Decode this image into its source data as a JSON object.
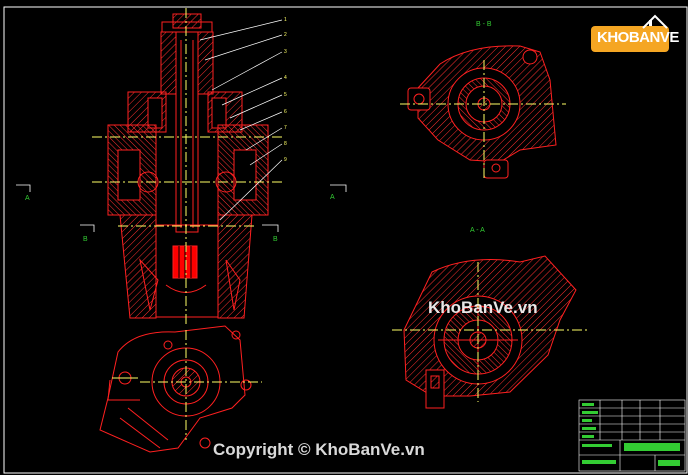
{
  "colors": {
    "background": "#000000",
    "outline": "#ff2020",
    "hatch": "#ff3030",
    "centerline": "#ffff66",
    "section_marker": "#33cc33",
    "leader": "#ffffff",
    "highlight": "#ff0000",
    "border": "#ffffff"
  },
  "views": {
    "section_bb_title": "B - B",
    "section_aa_title": "A - A"
  },
  "section_markers": {
    "left_a": "A",
    "mid_a": "A",
    "left_b": "B",
    "right_b": "B"
  },
  "part_callouts": [
    "1",
    "2",
    "3",
    "4",
    "5",
    "6",
    "7",
    "8",
    "9"
  ],
  "watermarks": {
    "logo": "KHOBANVE",
    "center": "KhoBanVe.vn",
    "copyright": "Copyright © KhoBanVe.vn"
  }
}
